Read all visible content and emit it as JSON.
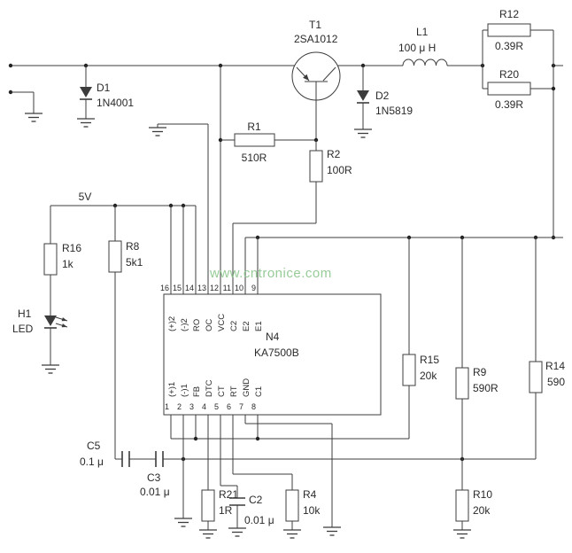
{
  "watermark": "www.cntronice.com",
  "watermark_color": "#86c386",
  "nets": {
    "rail_5v": "5V"
  },
  "parts": {
    "t1": {
      "ref": "T1",
      "value": "2SA1012"
    },
    "d1": {
      "ref": "D1",
      "value": "1N4001"
    },
    "d2": {
      "ref": "D2",
      "value": "1N5819"
    },
    "l1": {
      "ref": "L1",
      "value": "100 μ H"
    },
    "r1": {
      "ref": "R1",
      "value": "510R"
    },
    "r2": {
      "ref": "R2",
      "value": "100R"
    },
    "r4": {
      "ref": "R4",
      "value": "10k"
    },
    "r8": {
      "ref": "R8",
      "value": "5k1"
    },
    "r9": {
      "ref": "R9",
      "value": "590R"
    },
    "r10": {
      "ref": "R10",
      "value": "20k"
    },
    "r12": {
      "ref": "R12",
      "value": "0.39R"
    },
    "r14": {
      "ref": "R14",
      "value": "590"
    },
    "r15": {
      "ref": "R15",
      "value": "20k"
    },
    "r16": {
      "ref": "R16",
      "value": "1k"
    },
    "r20": {
      "ref": "R20",
      "value": "0.39R"
    },
    "r21": {
      "ref": "R21",
      "value": "1R"
    },
    "c2": {
      "ref": "C2",
      "value": "0.01 μ"
    },
    "c3": {
      "ref": "C3",
      "value": "0.01 μ"
    },
    "c5": {
      "ref": "C5",
      "value": "0.1 μ"
    },
    "h1": {
      "ref": "H1",
      "value": "LED"
    }
  },
  "ic": {
    "ref": "N4",
    "part": "KA7500B",
    "top_pins": [
      {
        "num": "16",
        "name": "(+)2"
      },
      {
        "num": "15",
        "name": "(-)2"
      },
      {
        "num": "14",
        "name": "RO"
      },
      {
        "num": "13",
        "name": "OC"
      },
      {
        "num": "12",
        "name": "VCC"
      },
      {
        "num": "11",
        "name": "C2"
      },
      {
        "num": "10",
        "name": "E2"
      },
      {
        "num": "9",
        "name": "E1"
      }
    ],
    "bottom_pins": [
      {
        "num": "1",
        "name": "(+)1"
      },
      {
        "num": "2",
        "name": "(-)1"
      },
      {
        "num": "3",
        "name": "FB"
      },
      {
        "num": "4",
        "name": "DTC"
      },
      {
        "num": "5",
        "name": "CT"
      },
      {
        "num": "6",
        "name": "RT"
      },
      {
        "num": "7",
        "name": "GND"
      },
      {
        "num": "8",
        "name": "C1"
      }
    ]
  }
}
